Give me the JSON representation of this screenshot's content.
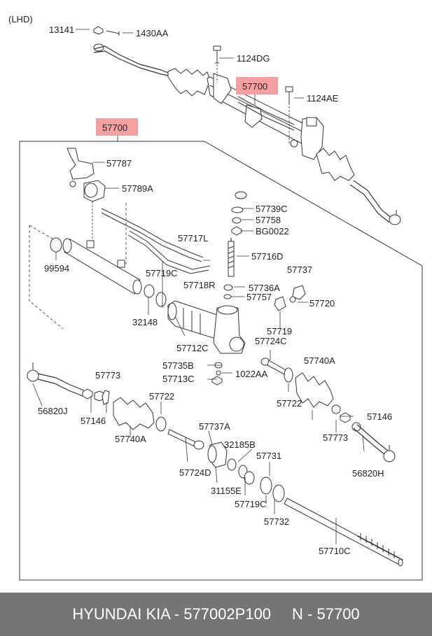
{
  "diagram": {
    "variant": "(LHD)",
    "callouts": {
      "nut_top": "13141",
      "pin_top": "1430AA",
      "bolt_top": "1124DG",
      "assy_top": "57700",
      "bolt_right": "1124AE",
      "assy_main": "57700",
      "bracket": "57787",
      "bushing": "57789A",
      "lock_washer": "57739C",
      "washer": "57758",
      "nut_small": "BG0022",
      "tube_left": "57717L",
      "pinion": "57716D",
      "seal_ring_left": "99594",
      "ring_small": "57719C",
      "tube_right": "57718R",
      "spacer": "57736A",
      "yoke_cap": "57737",
      "oring_small": "57757",
      "plug": "57720",
      "ring_32148": "32148",
      "yoke_spring": "57719",
      "gear_housing": "57712C",
      "inner_rod_right": "57724C",
      "boot_right": "57740A",
      "nut_57735": "57735B",
      "bolt_1022": "1022AA",
      "cover_57713": "57713C",
      "band_right": "57722",
      "tie_rod_end_left": "56820J",
      "clip_left": "57773",
      "nut_left": "57146",
      "boot_left": "57740A",
      "band_left": "57722",
      "bush_57737a": "57737A",
      "inner_rod_left": "57724D",
      "seal_32185b": "32185B",
      "nut_right": "57146",
      "clip_right": "57773",
      "seal_31155e": "31155E",
      "ring_57731": "57731",
      "ring_57719c": "57719C",
      "tie_rod_end_right": "56820H",
      "ring_57732": "57732",
      "rack_bar": "57710C"
    }
  },
  "footer": {
    "brand": "HYUNDAI  KIA - 577002P100",
    "number": "N - 57700"
  },
  "colors": {
    "highlight": "#f4a0a0",
    "footer_bg": "#757575",
    "line": "#333333"
  }
}
